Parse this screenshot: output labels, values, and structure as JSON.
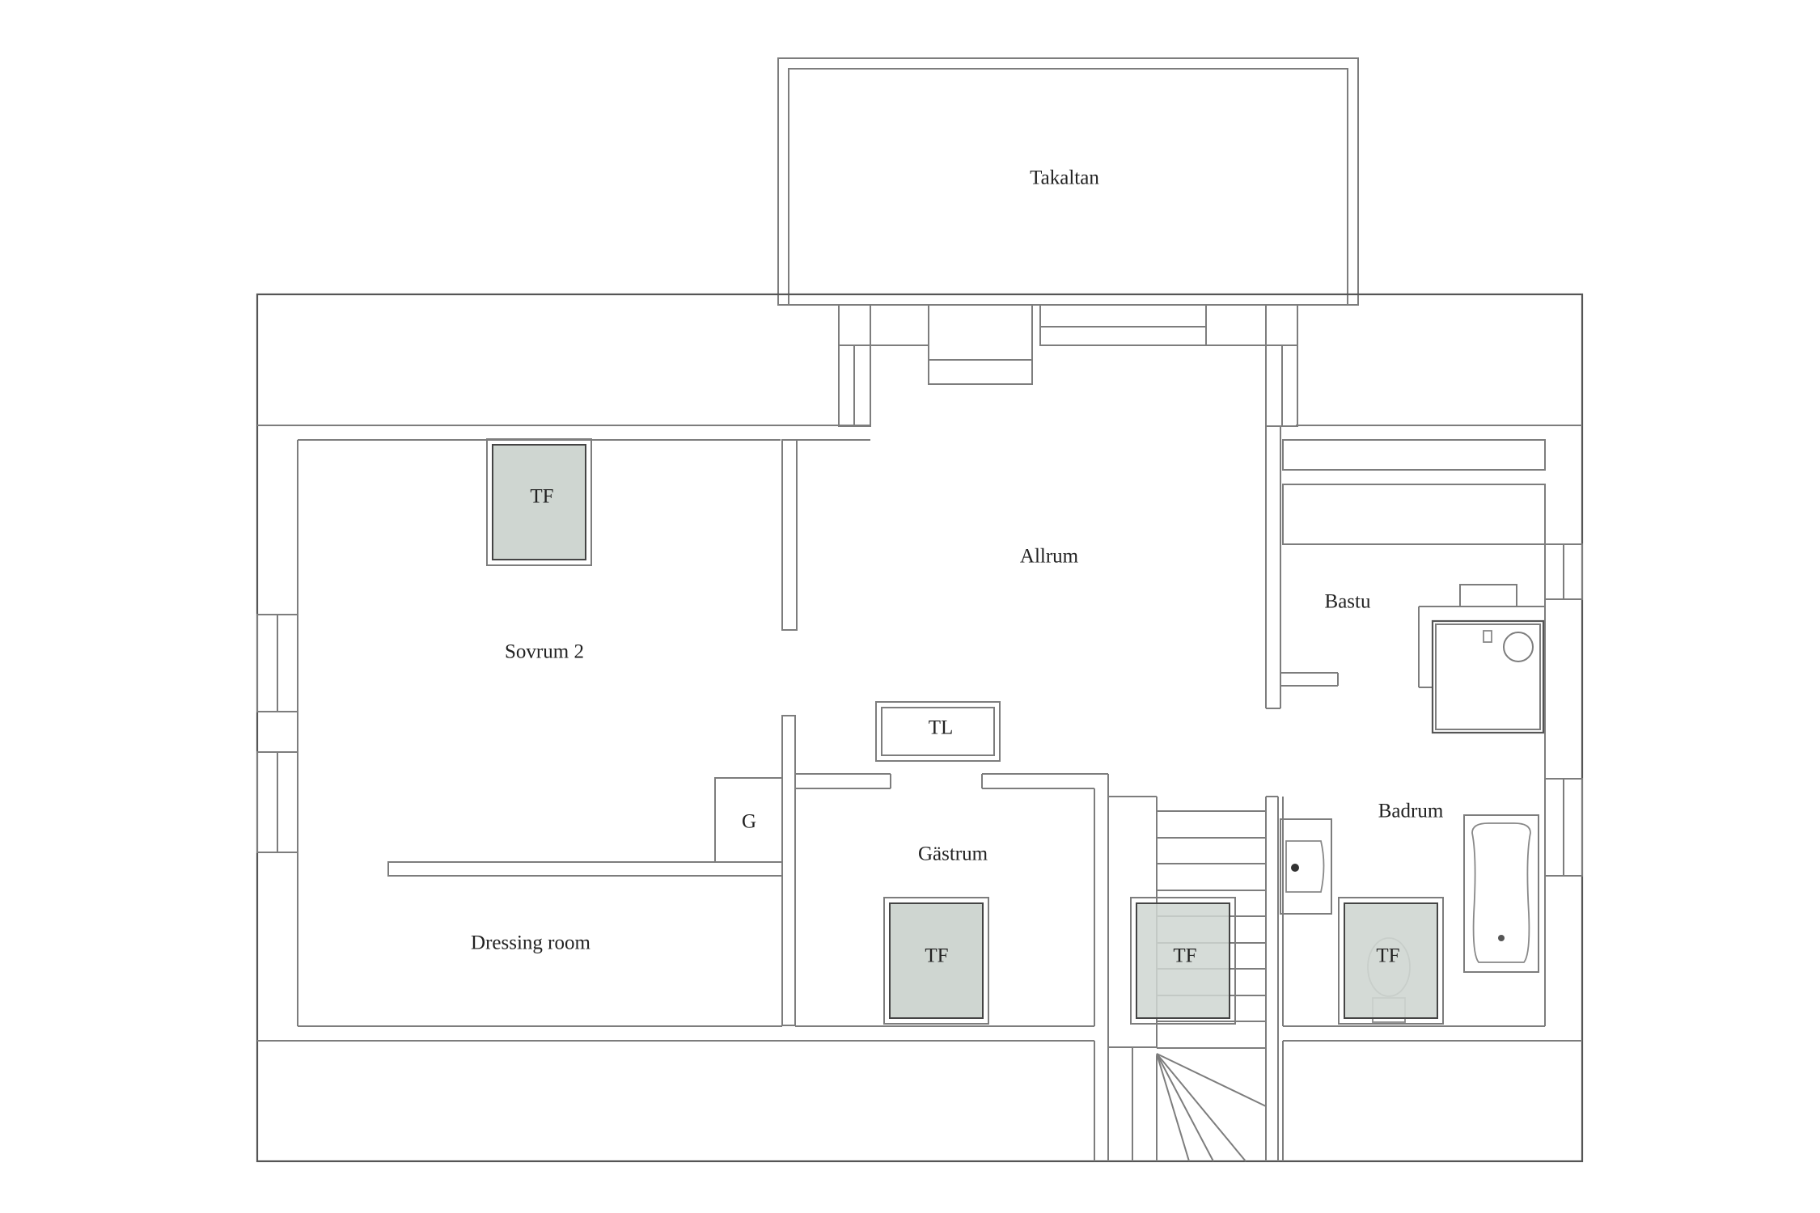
{
  "colors": {
    "wall": "#7d7d7d",
    "unit_fill": "#cfd6d1",
    "unit_border": "#444444",
    "background": "#ffffff"
  },
  "rooms": {
    "takaltan": "Takaltan",
    "allrum": "Allrum",
    "sovrum2": "Sovrum 2",
    "bastu": "Bastu",
    "badrum": "Badrum",
    "gastrum": "Gästrum",
    "dressing": "Dressing room"
  },
  "markers": {
    "tf": "TF",
    "tl": "TL",
    "g": "G"
  }
}
